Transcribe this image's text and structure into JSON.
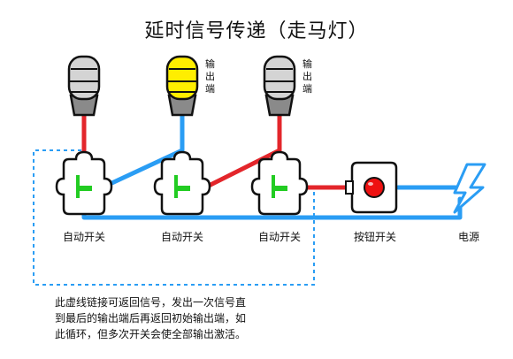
{
  "title": "延时信号传递（走马灯）",
  "lamps": [
    {
      "id": "lamp-1",
      "state": "off",
      "tag": ""
    },
    {
      "id": "lamp-2",
      "state": "on",
      "tag": "输出端"
    },
    {
      "id": "lamp-3",
      "state": "off",
      "tag": "输出端"
    }
  ],
  "components": {
    "auto_switch_1": "自动开关",
    "auto_switch_2": "自动开关",
    "auto_switch_3": "自动开关",
    "button_switch": "按钮开关",
    "power": "电源"
  },
  "note": {
    "line1": "此虚线链接可返回信号，发出一次信号直",
    "line2": "到最后的输出端后再返回初始输出端，如",
    "line3": "此循环，但多次开关会使全部输出激活。"
  },
  "colors": {
    "wire_red": "#e3262b",
    "wire_blue": "#2a9df4",
    "lamp_off": "#d4d4d4",
    "lamp_on": "#ffee00",
    "switch_green": "#22cc22",
    "button_red": "#ee1111"
  },
  "icons": {
    "lamp": "lamp-icon",
    "auto_switch": "auto-switch-icon",
    "button": "push-button-icon",
    "power": "lightning-icon"
  }
}
